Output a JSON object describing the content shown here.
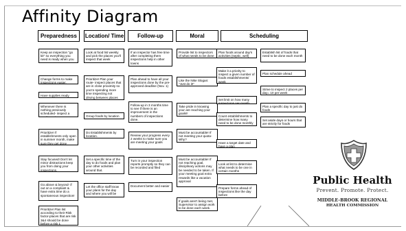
{
  "title": "Affinity Diagram",
  "columns": [
    {
      "header": "Preparedness",
      "notes": [
        "Keep an inspection \"go kit\" so everything you need is ready when you are.",
        "Change forms to make inspections easier.",
        "Have supplies ready.",
        "Whenever there is nothing previously scheduled- inspect a retail Food",
        "Prioritize! If establishments only open in summer month, make sure they get done",
        "Stay focused! Don't let minor distractions keep you from doing your inspections.",
        "Go above & beyond- if out on a complaint & have extra time do a spontaneous inspection!",
        "Prioritize! Plan list according to their Risk factor-places that are risk 3&4 should be done before a risk 1"
      ]
    },
    {
      "header": "Location/ Time",
      "notes": [
        "Look at food list weekly and pick the places you'll inspect that week",
        "Prioritize! Plan your route- inspect places that are in close proximity so you're spending more time inspecting not driving between places",
        "Group foods by location",
        "Do Establishments by location.",
        "Set a specific time of the day to do foods and plan your other activities around that.",
        "Let the office staff know your plans for the day and where you will be"
      ]
    },
    {
      "header": "Follow-up",
      "notes": [
        "If an inspector has free time after completing them inspections help in other towns",
        "Plan ahead to have all your inspections done by the pre-approved deadline (Nov. 1)",
        "Follow-up in 3 months time to see if there is an improvement in the numbers of inspections done.",
        "Review your progress every 2 weeks to make sure you are meeting your goals",
        "Turn in your inspection reports promptly so they can be recorded and filed",
        "Document better and easier"
      ]
    },
    {
      "header": "Moral",
      "notes": [
        "Provide list to inspectors of what needs to be done",
        "Like the Nike Slogan: \"Just do it!\"",
        "Take pride in knowing your are reaching your goals!!",
        "Must be accountable! If not meeting your quota- Why?",
        "Must be accountable! If not reaching goal, disciplinary actions may be needed to be taken. If your meeting goal extra rewards like a vacation approval",
        "If goals aren't being met, Supervisor to assign work to be done each week."
      ]
    },
    {
      "header": "Scheduling",
      "notes_left": [
        "Plan foods around day's activities (septic, well)",
        "Make it a priority to inspect a given number of foods establishments/ week",
        "Set limit on how many inspections per month",
        "Count establishments to determine how many need to be done monthly",
        "Have a target date and have a plan",
        "Look at list to determine what needs to be one in certain months",
        "Prepare forms ahead of inspections like the day before"
      ],
      "notes_right": [
        "Establish list of foods that need to be done each month",
        "Plan schedule ahead",
        "Strive to inspect 2 places per day= 10 per week",
        "Plan a specific day to just do foods",
        "Set aside days or hours that are strictly for foods"
      ]
    }
  ],
  "logo": {
    "name": "Public Health",
    "tagline": "Prevent. Promote. Protect.",
    "org_line1": "MIDDLE-BROOK REGIONAL",
    "org_line2": "HEALTH COMMISSION",
    "icon": "public-health-cross-shield-icon"
  }
}
